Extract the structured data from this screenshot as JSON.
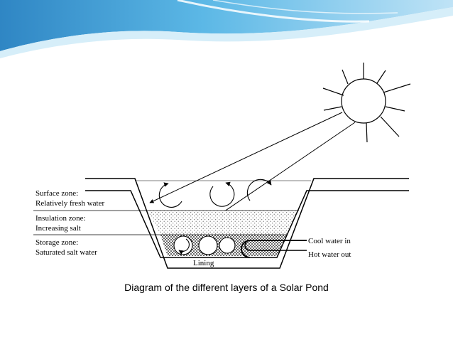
{
  "labels": {
    "surface_zone": "Surface zone:",
    "surface_desc": "Relatively fresh water",
    "insulation_zone": "Insulation zone:",
    "insulation_desc": "Increasing salt",
    "storage_zone": "Storage zone:",
    "storage_desc": "Saturated salt water",
    "cool_in": "Cool water in",
    "hot_out": "Hot water out",
    "lining": "Lining"
  },
  "caption": "Diagram of the different layers of a Solar Pond",
  "colors": {
    "banner_light": "#cfe9f7",
    "banner_mid": "#5cb8e6",
    "banner_dark": "#2f86c4",
    "line": "#000000"
  }
}
